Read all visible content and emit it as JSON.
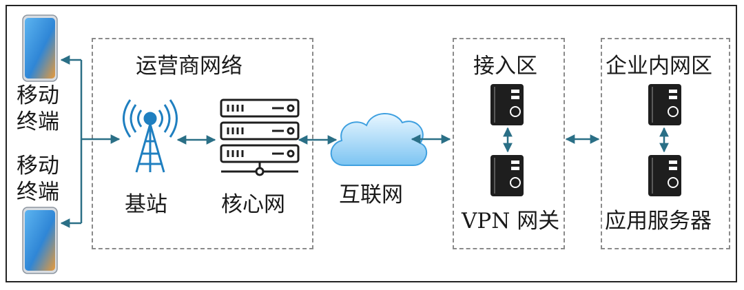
{
  "zones": {
    "operator": "运营商网络",
    "access": "接入区",
    "enterprise": "企业内网区"
  },
  "devices": {
    "terminal_top": "移动终端",
    "terminal_bottom": "移动终端",
    "base_station": "基站",
    "core_network": "核心网",
    "internet": "互联网",
    "vpn_gateway": "VPN 网关",
    "app_server": "应用服务器"
  },
  "colors": {
    "arrow": "#2a6f86",
    "tower": "#1f7fc0",
    "device_dark": "#1e1e1e",
    "cloud": "#3fa0e0",
    "phone_screen": "#3a8fd8"
  }
}
